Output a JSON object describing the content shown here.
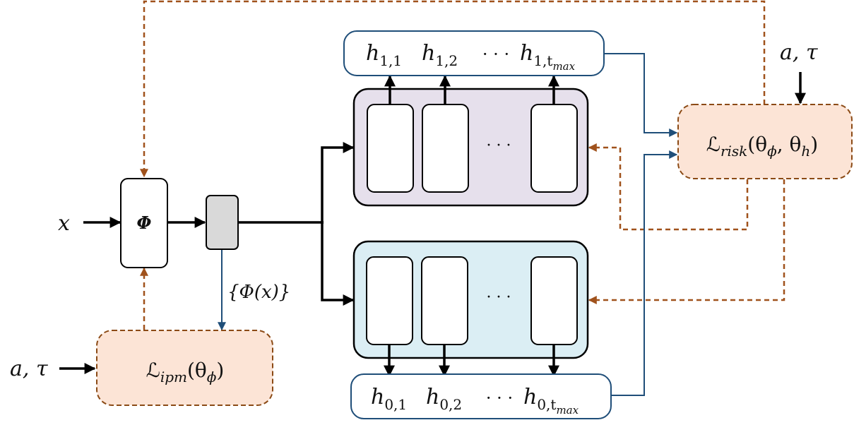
{
  "input": {
    "x": "x",
    "a_tau_left": "a, τ",
    "a_tau_top": "a, τ"
  },
  "encoder": {
    "phi": "Φ",
    "representation_set": "{Φ(x)}"
  },
  "ipm_loss": {
    "script": "ℒ",
    "subscript": "ipm",
    "args": "(θ",
    "arg_sub": "ϕ",
    "close": ")"
  },
  "risk_loss": {
    "script": "ℒ",
    "subscript": "risk",
    "args": "(θ",
    "arg_sub_phi": "ϕ",
    "comma": ", θ",
    "arg_sub_h": "h",
    "close": ")"
  },
  "heads": {
    "treated": {
      "outputs": [
        {
          "base": "h",
          "sub": "1,1"
        },
        {
          "base": "h",
          "sub": "1,2"
        },
        {
          "base": "h",
          "sub": "1,t",
          "subsub": "max"
        }
      ],
      "ellipsis": "· · ·"
    },
    "control": {
      "outputs": [
        {
          "base": "h",
          "sub": "0,1"
        },
        {
          "base": "h",
          "sub": "0,2"
        },
        {
          "base": "h",
          "sub": "0,t",
          "subsub": "max"
        }
      ],
      "ellipsis": "· · ·"
    }
  },
  "colors": {
    "treated_fill": "#e6e0ec",
    "control_fill": "#dbeef4",
    "loss_fill": "#fce4d6",
    "loss_border": "#8b4a15",
    "output_border": "#1f4e79",
    "gradient_line": "#a0521c",
    "data_line": "#1f4e79",
    "rep_fill": "#d9d9d9"
  }
}
